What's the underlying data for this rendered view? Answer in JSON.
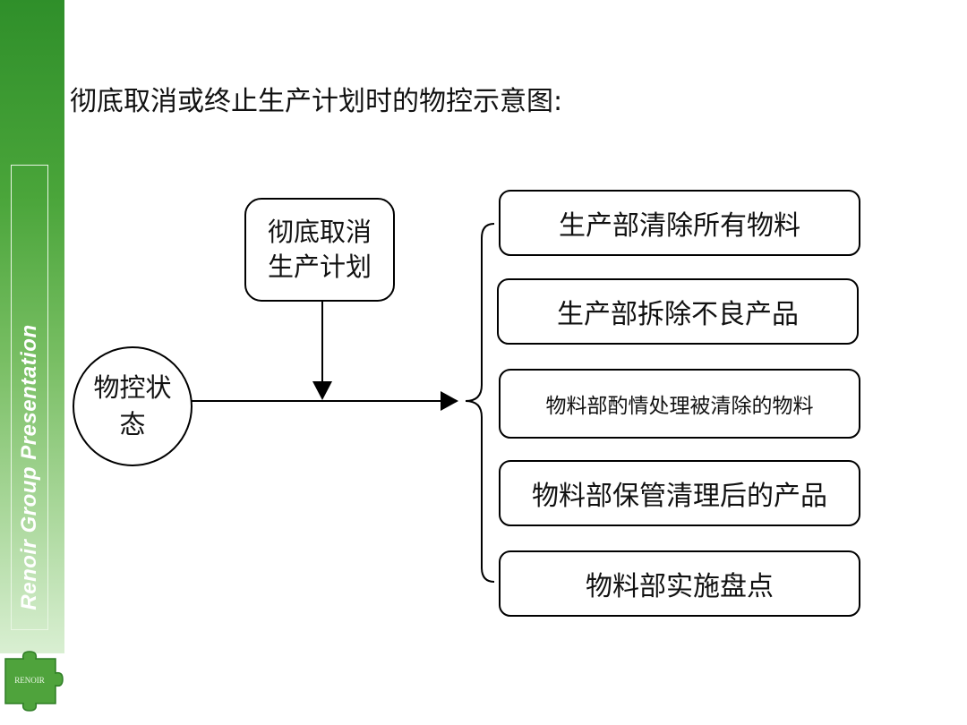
{
  "sidebar": {
    "brand_text": "Renoir Group Presentation",
    "logo_text": "RENOIR"
  },
  "title": "彻底取消或终止生产计划时的物控示意图:",
  "diagram": {
    "source_node": "物控状态",
    "trigger_node": "彻底取消生产计划",
    "steps": [
      "生产部清除所有物料",
      "生产部拆除不良产品",
      "物料部酌情处理被清除的物料",
      "物料部保管清理后的产品",
      "物料部实施盘点"
    ]
  },
  "colors": {
    "sidebar_green": "#3a9a31",
    "line": "#000000",
    "box_border": "#000000"
  }
}
